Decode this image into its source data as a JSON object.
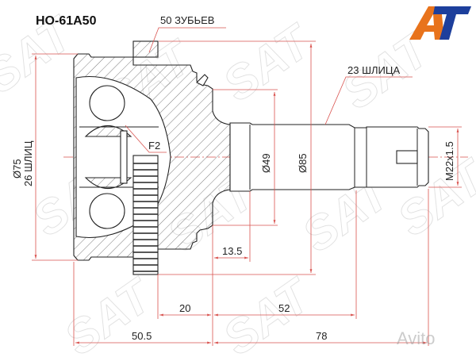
{
  "title": "HO-61A50",
  "logo": {
    "text": "AT",
    "colors": {
      "orange": "#e8731c",
      "blue": "#1d3f9c"
    }
  },
  "labels": {
    "teeth": "50 ЗУБЬЕВ",
    "outer_splines": "23 ШЛИЦА",
    "f2": "F2",
    "d_outer": "Ø75",
    "inner_splines": "26 ШЛИЦ",
    "d_seal": "Ø49",
    "d_abs": "Ø85",
    "thread": "M22x1.5"
  },
  "dimensions": {
    "d1": "13.5",
    "d2": "20",
    "d3": "52",
    "d4": "50.5",
    "d5": "78"
  },
  "watermarks": {
    "brand": "SAT",
    "site": "Avito"
  },
  "colors": {
    "dimension_lines": "#d9534f",
    "outline": "#222222"
  }
}
